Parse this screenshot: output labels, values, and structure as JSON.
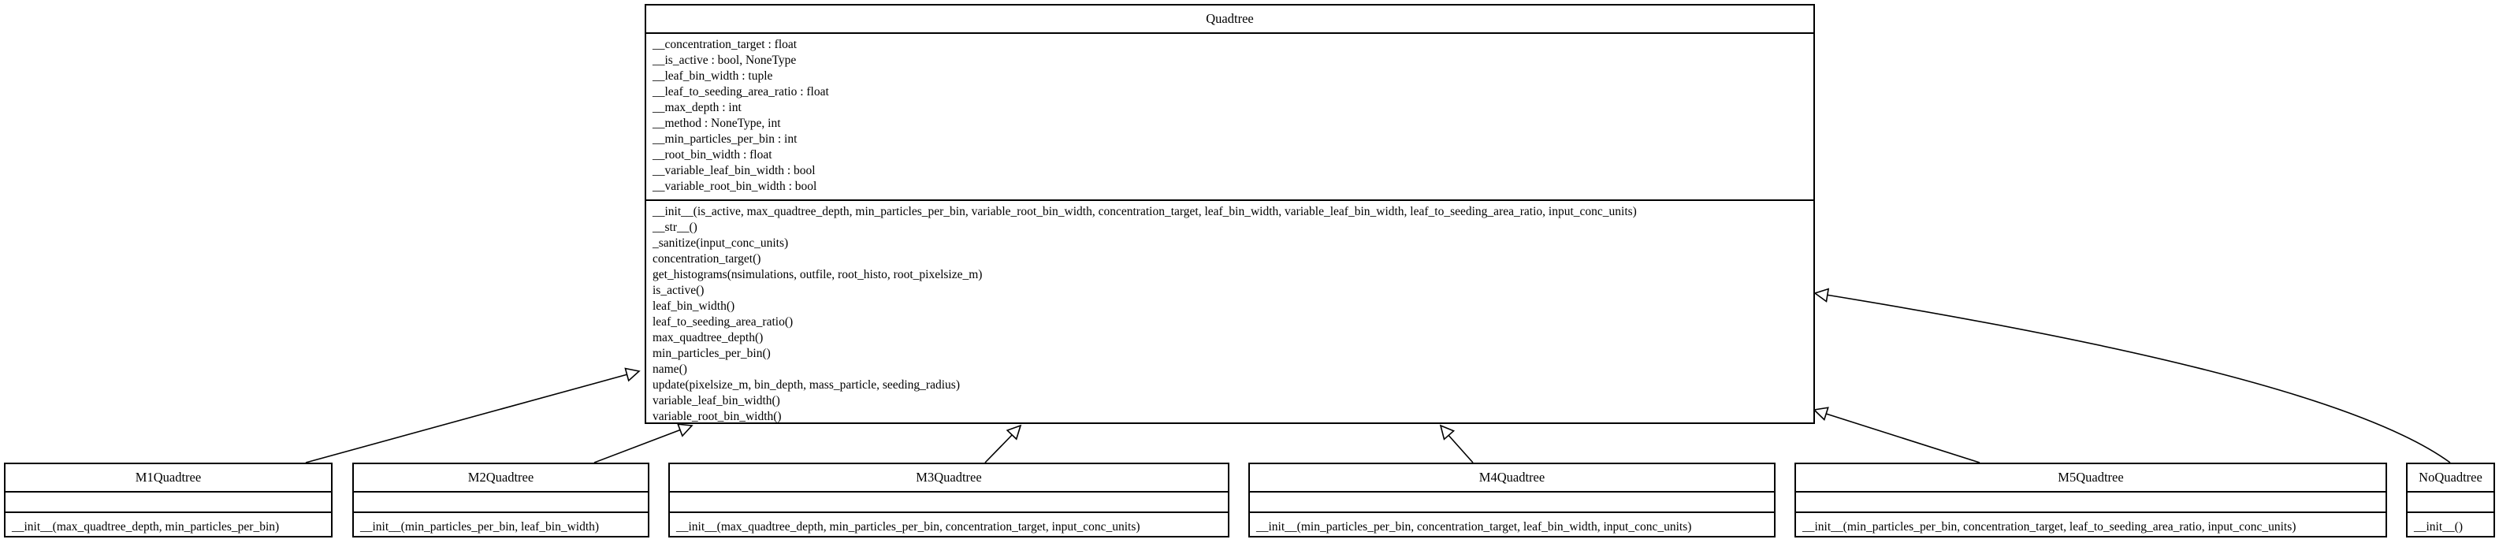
{
  "diagram": {
    "parent": {
      "name": "Quadtree",
      "attributes": [
        "__concentration_target : float",
        "__is_active : bool, NoneType",
        "__leaf_bin_width : tuple",
        "__leaf_to_seeding_area_ratio : float",
        "__max_depth : int",
        "__method : NoneType, int",
        "__min_particles_per_bin : int",
        "__root_bin_width : float",
        "__variable_leaf_bin_width : bool",
        "__variable_root_bin_width : bool"
      ],
      "methods": [
        "__init__(is_active, max_quadtree_depth, min_particles_per_bin, variable_root_bin_width, concentration_target, leaf_bin_width, variable_leaf_bin_width, leaf_to_seeding_area_ratio, input_conc_units)",
        "__str__()",
        "_sanitize(input_conc_units)",
        "concentration_target()",
        "get_histograms(nsimulations, outfile, root_histo, root_pixelsize_m)",
        "is_active()",
        "leaf_bin_width()",
        "leaf_to_seeding_area_ratio()",
        "max_quadtree_depth()",
        "min_particles_per_bin()",
        "name()",
        "update(pixelsize_m, bin_depth, mass_particle, seeding_radius)",
        "variable_leaf_bin_width()",
        "variable_root_bin_width()"
      ]
    },
    "subclasses": [
      {
        "name": "M1Quadtree",
        "attributes": [],
        "methods": [
          "__init__(max_quadtree_depth, min_particles_per_bin)"
        ]
      },
      {
        "name": "M2Quadtree",
        "attributes": [],
        "methods": [
          "__init__(min_particles_per_bin, leaf_bin_width)"
        ]
      },
      {
        "name": "M3Quadtree",
        "attributes": [],
        "methods": [
          "__init__(max_quadtree_depth, min_particles_per_bin, concentration_target, input_conc_units)"
        ]
      },
      {
        "name": "M4Quadtree",
        "attributes": [],
        "methods": [
          "__init__(min_particles_per_bin, concentration_target, leaf_bin_width, input_conc_units)"
        ]
      },
      {
        "name": "M5Quadtree",
        "attributes": [],
        "methods": [
          "__init__(min_particles_per_bin, concentration_target, leaf_to_seeding_area_ratio, input_conc_units)"
        ]
      },
      {
        "name": "NoQuadtree",
        "attributes": [],
        "methods": [
          "__init__()"
        ]
      }
    ],
    "relationships": [
      {
        "from": "M1Quadtree",
        "to": "Quadtree",
        "type": "inheritance"
      },
      {
        "from": "M2Quadtree",
        "to": "Quadtree",
        "type": "inheritance"
      },
      {
        "from": "M3Quadtree",
        "to": "Quadtree",
        "type": "inheritance"
      },
      {
        "from": "M4Quadtree",
        "to": "Quadtree",
        "type": "inheritance"
      },
      {
        "from": "M5Quadtree",
        "to": "Quadtree",
        "type": "inheritance"
      },
      {
        "from": "NoQuadtree",
        "to": "Quadtree",
        "type": "inheritance"
      }
    ]
  }
}
